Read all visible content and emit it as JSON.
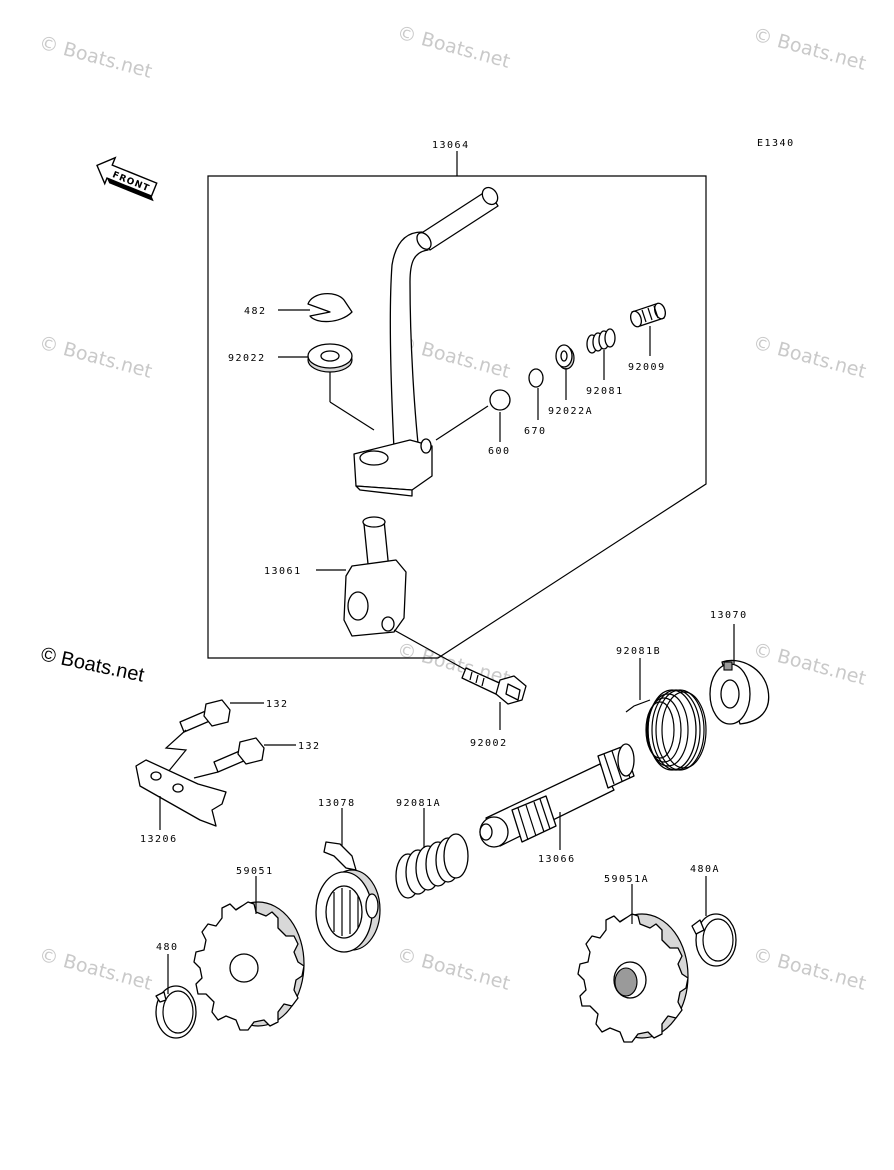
{
  "diagram_code": "E1340",
  "front_label": "FRONT",
  "credit": "© Boats.net",
  "watermark": "© Boats.net",
  "callouts": {
    "p13064": "13064",
    "p482": "482",
    "p92022": "92022",
    "p670": "670",
    "p92022A": "92022A",
    "p92081": "92081",
    "p92009": "92009",
    "p600": "600",
    "p13061": "13061",
    "p13070": "13070",
    "p92081B": "92081B",
    "p132a": "132",
    "p132b": "132",
    "p92002": "92002",
    "p13206": "13206",
    "p13078": "13078",
    "p92081A": "92081A",
    "p13066": "13066",
    "p59051": "59051",
    "p59051A": "59051A",
    "p480A": "480A",
    "p480": "480"
  }
}
